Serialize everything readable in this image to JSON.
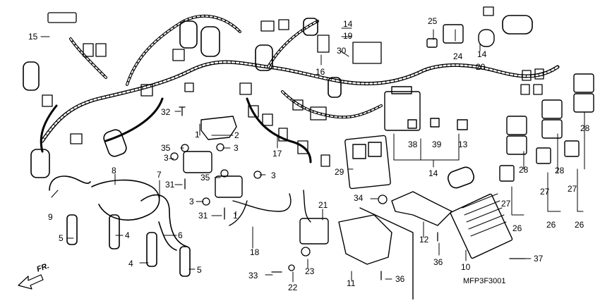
{
  "diagram": {
    "drawing_code": "MFP3F3001",
    "direction_label": "FR.",
    "callouts": [
      {
        "id": "c15",
        "text": "15"
      },
      {
        "id": "c14a",
        "text": "14"
      },
      {
        "id": "c19",
        "text": "19"
      },
      {
        "id": "c25",
        "text": "25"
      },
      {
        "id": "c30",
        "text": "30"
      },
      {
        "id": "c16",
        "text": "16"
      },
      {
        "id": "c24",
        "text": "24"
      },
      {
        "id": "c14b",
        "text": "14"
      },
      {
        "id": "c20",
        "text": "20"
      },
      {
        "id": "c32",
        "text": "32"
      },
      {
        "id": "c1a",
        "text": "1"
      },
      {
        "id": "c2",
        "text": "2"
      },
      {
        "id": "c35a",
        "text": "35"
      },
      {
        "id": "c3a",
        "text": "3"
      },
      {
        "id": "c3b",
        "text": "3"
      },
      {
        "id": "c31a",
        "text": "31"
      },
      {
        "id": "c7",
        "text": "7"
      },
      {
        "id": "c35b",
        "text": "35"
      },
      {
        "id": "c3c",
        "text": "3"
      },
      {
        "id": "c17",
        "text": "17"
      },
      {
        "id": "c38",
        "text": "38"
      },
      {
        "id": "c39",
        "text": "39"
      },
      {
        "id": "c13",
        "text": "13"
      },
      {
        "id": "c14c",
        "text": "14"
      },
      {
        "id": "c28a",
        "text": "28"
      },
      {
        "id": "c28b",
        "text": "28"
      },
      {
        "id": "c28c",
        "text": "28"
      },
      {
        "id": "c27a",
        "text": "27"
      },
      {
        "id": "c27b",
        "text": "27"
      },
      {
        "id": "c27c",
        "text": "27"
      },
      {
        "id": "c26a",
        "text": "26"
      },
      {
        "id": "c26b",
        "text": "26"
      },
      {
        "id": "c26c",
        "text": "26"
      },
      {
        "id": "c8",
        "text": "8"
      },
      {
        "id": "c9",
        "text": "9"
      },
      {
        "id": "c5a",
        "text": "5"
      },
      {
        "id": "c4a",
        "text": "4"
      },
      {
        "id": "c6",
        "text": "6"
      },
      {
        "id": "c4b",
        "text": "4"
      },
      {
        "id": "c5b",
        "text": "5"
      },
      {
        "id": "c3d",
        "text": "3"
      },
      {
        "id": "c31b",
        "text": "31"
      },
      {
        "id": "c1b",
        "text": "1"
      },
      {
        "id": "c18",
        "text": "18"
      },
      {
        "id": "c21",
        "text": "21"
      },
      {
        "id": "c29",
        "text": "29"
      },
      {
        "id": "c34",
        "text": "34"
      },
      {
        "id": "c12",
        "text": "12"
      },
      {
        "id": "c36a",
        "text": "36"
      },
      {
        "id": "c10",
        "text": "10"
      },
      {
        "id": "c37",
        "text": "37"
      },
      {
        "id": "c23",
        "text": "23"
      },
      {
        "id": "c33",
        "text": "33"
      },
      {
        "id": "c22",
        "text": "22"
      },
      {
        "id": "c11",
        "text": "11"
      },
      {
        "id": "c36b",
        "text": "36"
      }
    ]
  }
}
